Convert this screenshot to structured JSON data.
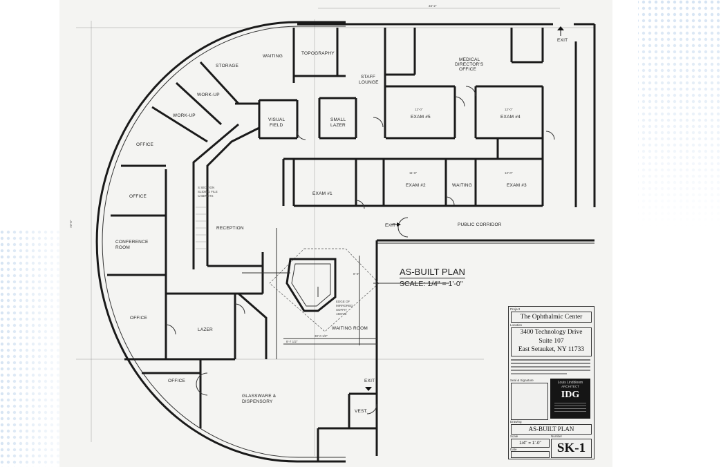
{
  "plan": {
    "rooms": {
      "storage": "STORAGE",
      "waiting_top": "WAITING",
      "topography": "TOPOGRAPHY",
      "staff_lounge_1": "STAFF",
      "staff_lounge_2": "LOUNGE",
      "medical_1": "MEDICAL",
      "medical_2": "DIRECTOR'S",
      "medical_3": "OFFICE",
      "exit_top": "EXIT",
      "workup_1": "WORK-UP",
      "workup_2": "WORK-UP",
      "visual_1": "VISUAL",
      "visual_2": "FIELD",
      "small_lazer_1": "SMALL",
      "small_lazer_2": "LAZER",
      "exam5": "EXAM #5",
      "exam4": "EXAM #4",
      "office_1": "OFFICE",
      "office_2": "OFFICE",
      "office_3": "OFFICE",
      "office_4": "OFFICE",
      "exam1": "EXAM #1",
      "exam2": "EXAM #2",
      "waiting_mid": "WAITING",
      "exam3": "EXAM #3",
      "file_1": "S SECTION",
      "file_2": "SLIDING FILE",
      "file_3": "CABINETS",
      "reception": "RECEPTION",
      "exit_mid": "EXIT",
      "public_corridor": "PUBLIC CORRIDOR",
      "conference_1": "CONFERENCE",
      "conference_2": "ROOM",
      "lazer": "LAZER",
      "waiting_room": "WAITING ROOM",
      "soffit_1": "EDGE OF",
      "soffit_2": "MIRRORED",
      "soffit_3": "SOFFIT",
      "soffit_4": "ABOVE",
      "glassware_1": "GLASSWARE &",
      "glassware_2": "DISPENSORY",
      "exit_bottom": "EXIT",
      "vest": "VEST."
    },
    "dims": {
      "top": "34'-2\"",
      "left": "73'-6\"",
      "d1": "12'-0\"",
      "d2": "12'-0\"",
      "d3": "11'-6\"",
      "d4": "12'-0\"",
      "d5": "30'-0 1/2\"",
      "d6": "8'-7 1/2\"",
      "d7": "8'-0\""
    }
  },
  "plan_title": {
    "line1": "AS-BUILT PLAN",
    "line2": "SCALE: 1/4\" = 1'-0\""
  },
  "title_block": {
    "project_caption": "Project",
    "project": "The Ophthalmic Center",
    "location_caption": "Location",
    "address_1": "3400 Technology Drive",
    "address_2": "Suite 107",
    "address_3": "East Setauket, NY 11733",
    "seal_caption": "Seal & Signature",
    "architect_1": "Louis Lindbloom",
    "architect_2": "ARCHITECT",
    "logo": "IDG",
    "drawing_caption": "Drawing",
    "drawing": "AS-BUILT PLAN",
    "scale_caption": "Scale",
    "scale": "1/4\" = 1'-0\"",
    "number_caption": "Number",
    "number": "SK-1",
    "date_caption": "Date"
  }
}
